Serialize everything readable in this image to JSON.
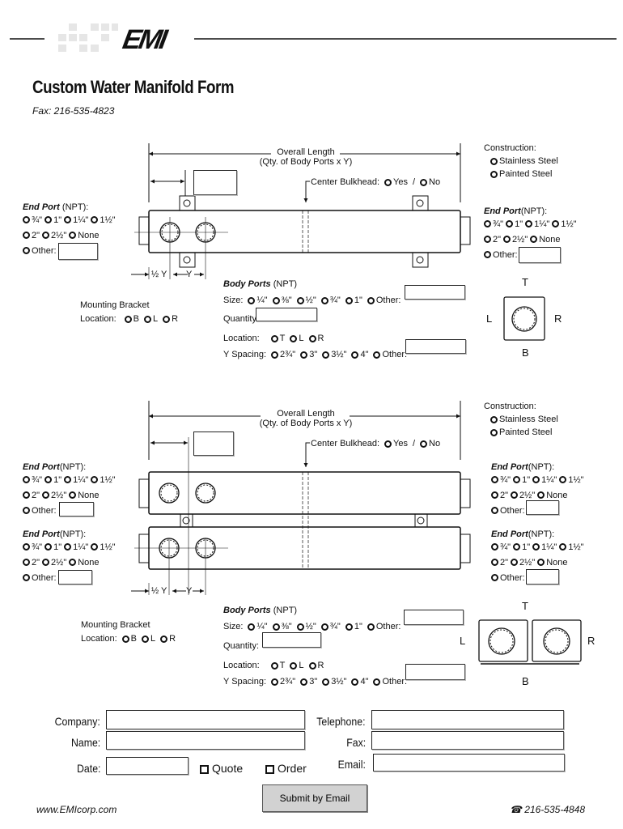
{
  "header": {
    "logo": "EMI",
    "title": "Custom Water Manifold Form",
    "fax": "Fax: 216-535-4823"
  },
  "dimension": {
    "overall_length": "Overall Length",
    "overall_length_sub": "(Qty. of Body Ports x Y)",
    "half_y": "½ Y",
    "y": "Y"
  },
  "bulkhead": {
    "label": "Center Bulkhead:",
    "yes": [
      "Yes"
    ],
    "separator": "/",
    "no": [
      "No"
    ]
  },
  "construction": {
    "label": "Construction:",
    "options": [
      "Stainless Steel",
      "Painted Steel"
    ]
  },
  "end_port": {
    "title": "End Port",
    "npt": "(NPT):",
    "row1": [
      "¾\"",
      "1\"",
      "1¼\"",
      "1½\""
    ],
    "row2": [
      "2\"",
      "2½\"",
      "None"
    ],
    "other": [
      "Other:"
    ]
  },
  "body_ports": {
    "title": "Body Ports",
    "npt": "(NPT)",
    "size_label": "Size:",
    "sizes": [
      "¼\"",
      "⅜\"",
      "½\"",
      "¾\"",
      "1\"",
      "Other:"
    ],
    "quantity_label": "Quantity:",
    "location_label": "Location:",
    "locations": [
      "T",
      "L",
      "R"
    ],
    "spacing_label": "Y Spacing:",
    "spacings": [
      "2¾\"",
      "3\"",
      "3½\"",
      "4\"",
      "Other:"
    ]
  },
  "mounting": {
    "title": "Mounting Bracket",
    "location_label": "Location:",
    "options": [
      "B",
      "L",
      "R"
    ]
  },
  "orientation": {
    "top": "T",
    "left": "L",
    "right": "R",
    "bottom": "B"
  },
  "contact": {
    "company": "Company:",
    "name": "Name:",
    "date": "Date:",
    "quote": "Quote",
    "order": "Order",
    "telephone": "Telephone:",
    "fax": "Fax:",
    "email": "Email:"
  },
  "submit": "Submit by Email",
  "footer": {
    "website": "www.EMIcorp.com",
    "phone_icon": "telephone-icon",
    "phone": "216-535-4848"
  }
}
